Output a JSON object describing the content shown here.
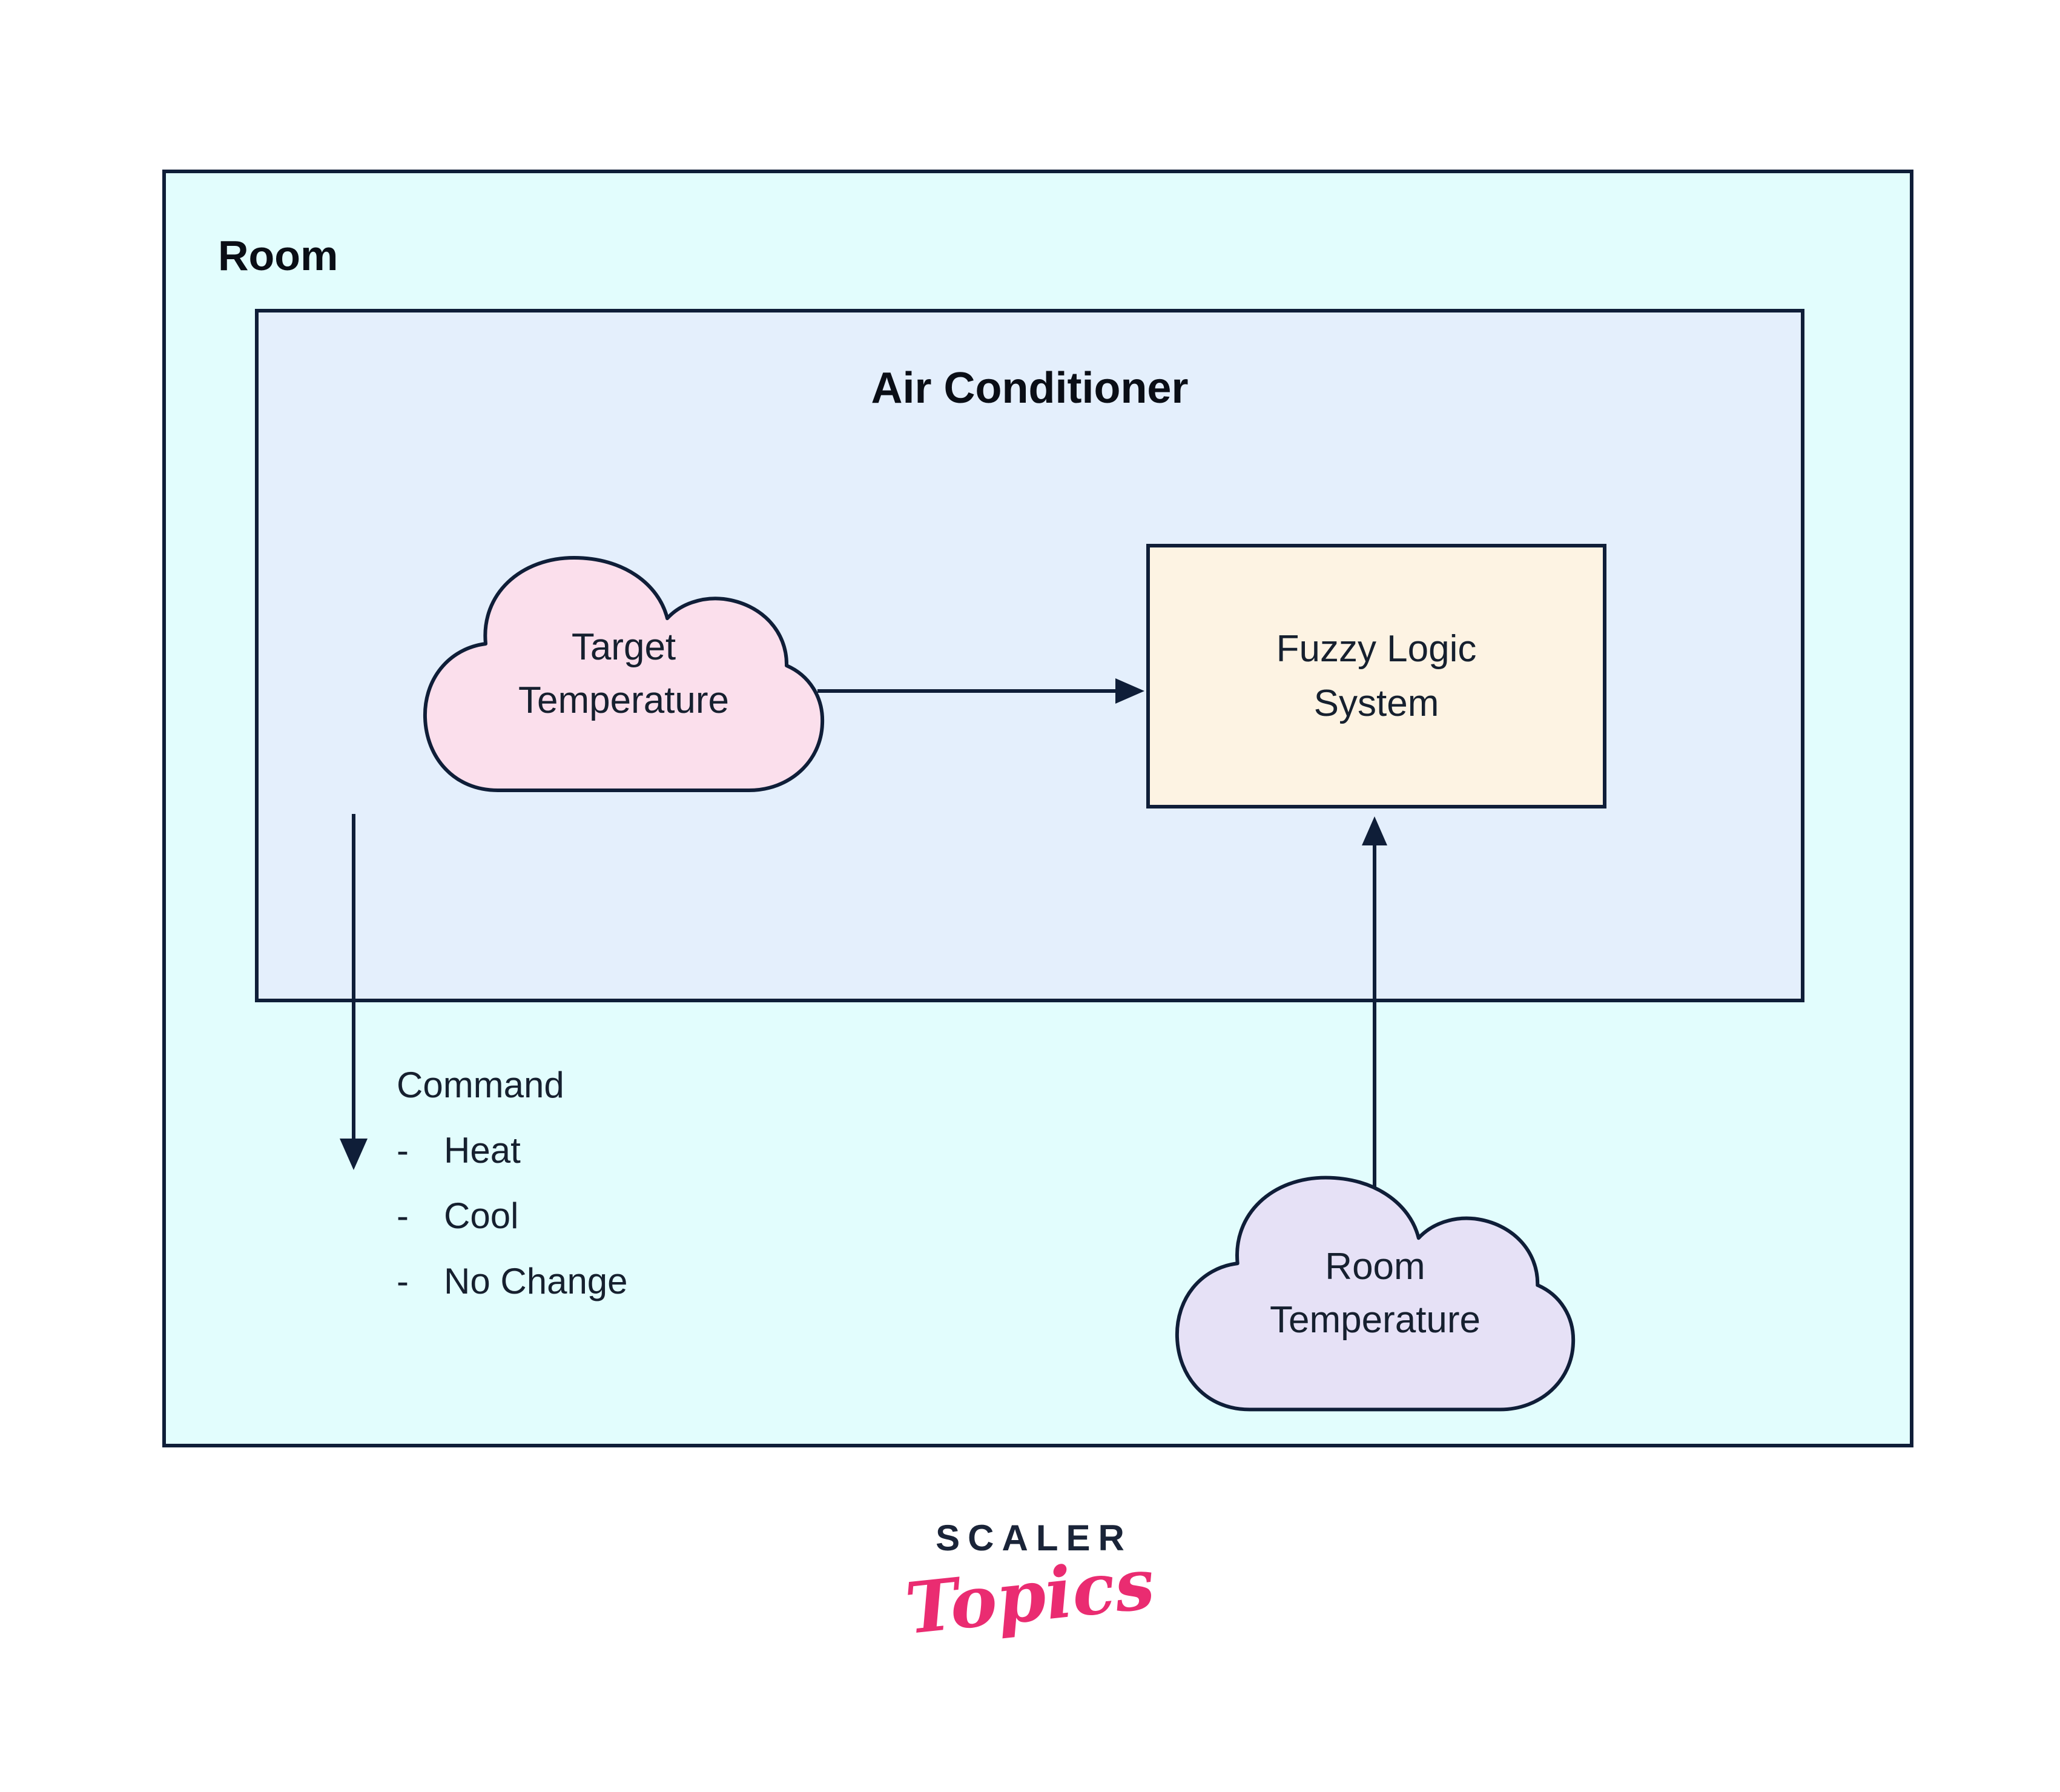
{
  "diagram": {
    "room_label": "Room",
    "ac_label": "Air Conditioner",
    "target_cloud": {
      "line1": "Target",
      "line2": "Temperature"
    },
    "fuzzy_box": {
      "line1": "Fuzzy Logic",
      "line2": "System"
    },
    "room_cloud": {
      "line1": "Room",
      "line2": "Temperature"
    },
    "command": {
      "title": "Command",
      "bullet": "-",
      "items": [
        "Heat",
        "Cool",
        "No Change"
      ]
    }
  },
  "logo": {
    "brand": "SCALER",
    "sub": "Topics"
  },
  "colors": {
    "page_bg": "#ffffff",
    "room_bg": "#e2fdfd",
    "ac_bg": "#e4effc",
    "target_cloud_fill": "#fbdfec",
    "fuzzy_box_fill": "#fdf3e3",
    "room_cloud_fill": "#e6e1f6",
    "line": "#0f1e38",
    "text": "#16202f",
    "logo_navy": "#1a2438",
    "logo_pink": "#ea2c71"
  }
}
